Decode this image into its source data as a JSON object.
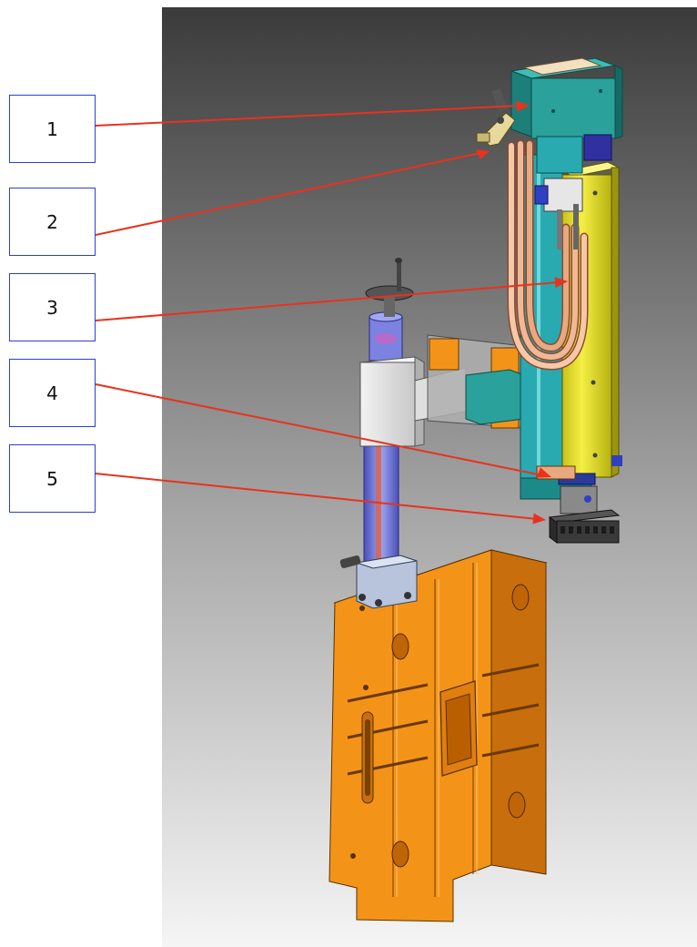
{
  "callouts": [
    {
      "label": "1"
    },
    {
      "label": "2"
    },
    {
      "label": "3"
    },
    {
      "label": "4"
    },
    {
      "label": "5"
    }
  ],
  "colors": {
    "callout_border": "#2b3fd0",
    "leader_line": "#e8321e",
    "panel_top": "#3d3d3d",
    "panel_bottom": "#f4f4f4",
    "casting_orange": "#f39419",
    "carriage_yellow": "#ece632",
    "housing_teal": "#2aa19a",
    "tube_copper": "#e8a880",
    "column_blue": "#6f78d8",
    "bracket_grey": "#e6e6e6"
  }
}
